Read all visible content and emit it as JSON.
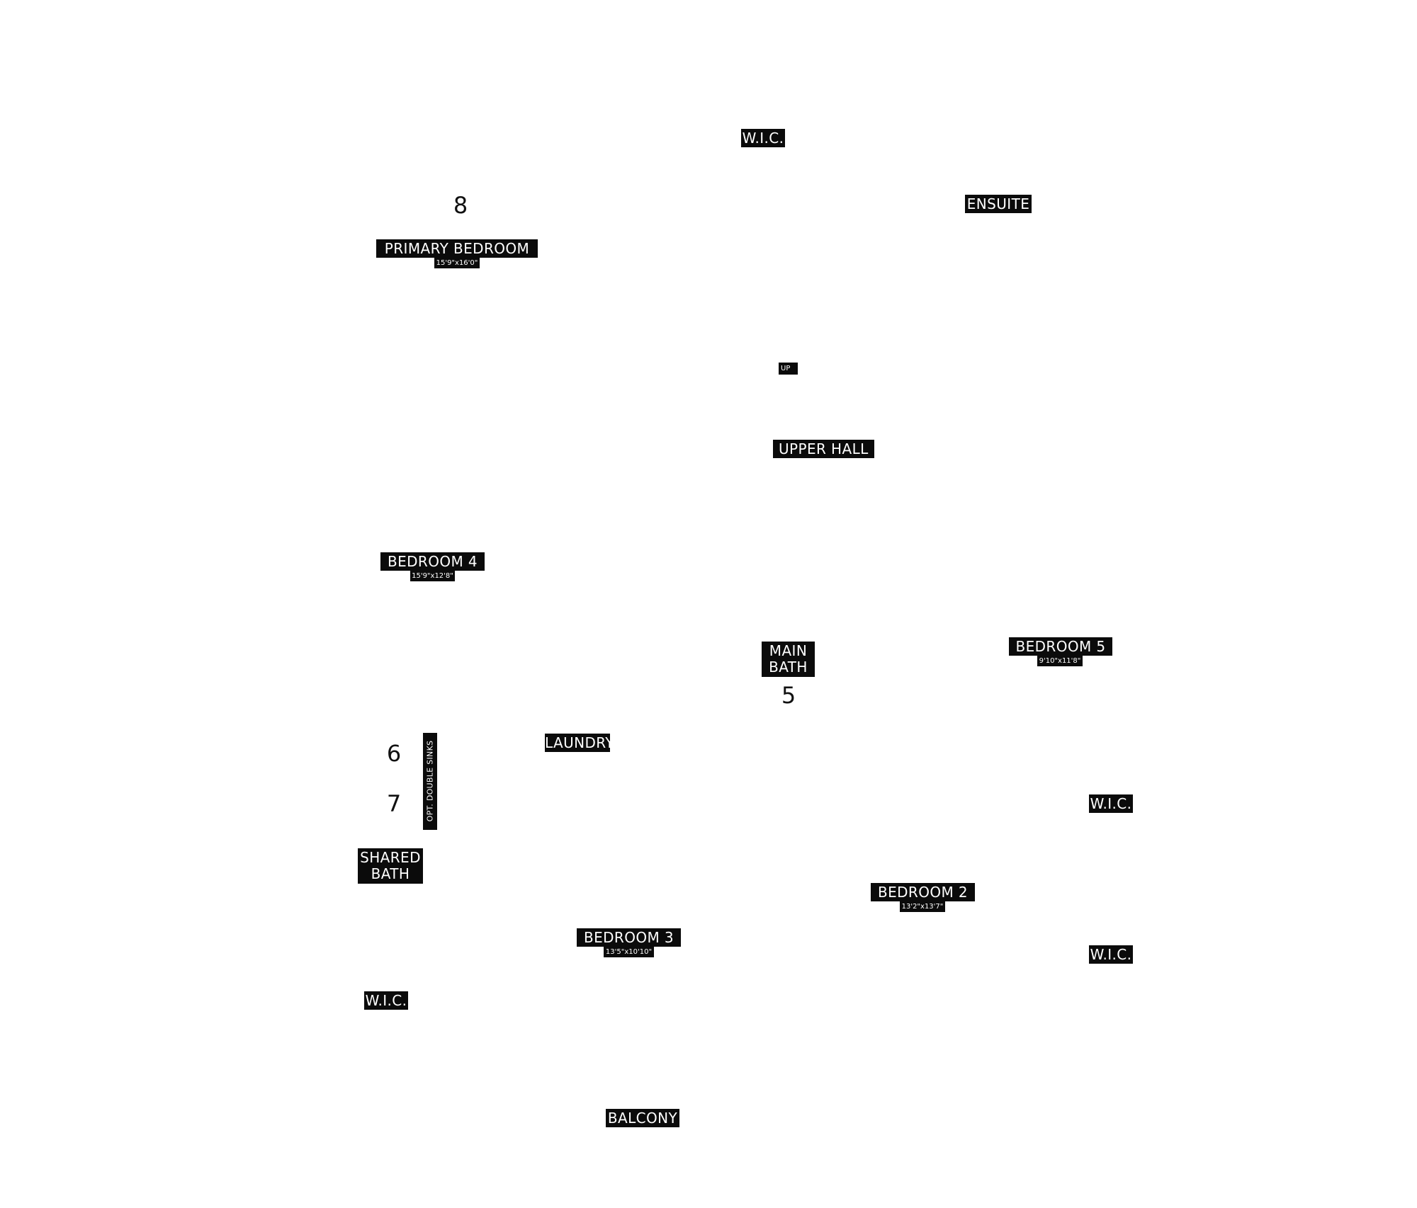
{
  "rooms": {
    "wic_top": "W.I.C.",
    "ensuite": "ENSUITE",
    "primary_bedroom": {
      "name": "PRIMARY BEDROOM",
      "size": "15'9\"x16'0\""
    },
    "up": "UP",
    "upper_hall": "UPPER HALL",
    "bedroom_4": {
      "name": "BEDROOM 4",
      "size": "15'9\"x12'8\""
    },
    "main_bath": "MAIN BATH",
    "bedroom_5": {
      "name": "BEDROOM 5",
      "size": "9'10\"x11'8\""
    },
    "laundry": "LAUNDRY",
    "opt_double_sinks": "OPT. DOUBLE SINKS",
    "wic_right_upper": "W.I.C.",
    "shared_bath": "SHARED BATH",
    "bedroom_2": {
      "name": "BEDROOM 2",
      "size": "13'2\"x13'7\""
    },
    "bedroom_3": {
      "name": "BEDROOM 3",
      "size": "13'5\"x10'10\""
    },
    "wic_right_lower": "W.I.C.",
    "wic_left": "W.I.C.",
    "balcony": "BALCONY"
  },
  "markers": {
    "m8": "8",
    "m5": "5",
    "m6": "6",
    "m7": "7"
  }
}
